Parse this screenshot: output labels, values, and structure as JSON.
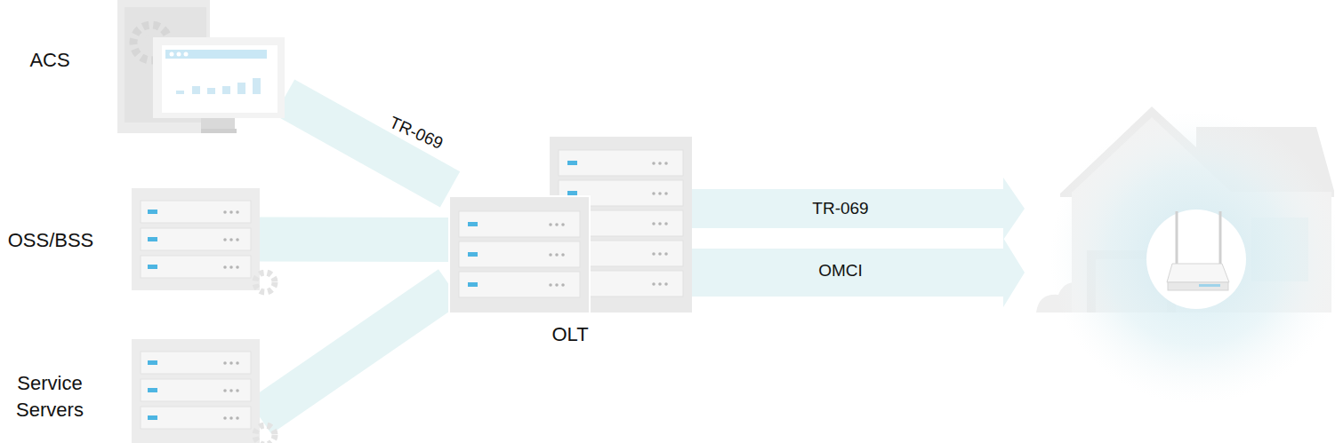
{
  "diagram": {
    "nodes": [
      {
        "text": [
          "ACS"
        ]
      },
      {
        "text": [
          "OSS/BSS"
        ]
      },
      {
        "text": [
          "Service Servers"
        ]
      },
      {
        "text": [
          "OLT"
        ]
      }
    ],
    "edges": [
      {
        "from": 0,
        "to": 3,
        "label": "TR-069",
        "arrow": "none"
      },
      {
        "from": 1,
        "to": 3,
        "arrow": "none"
      },
      {
        "from": 2,
        "to": 3,
        "arrow": "none"
      }
    ],
    "labels": [
      "TR-069",
      "OMCI"
    ]
  }
}
